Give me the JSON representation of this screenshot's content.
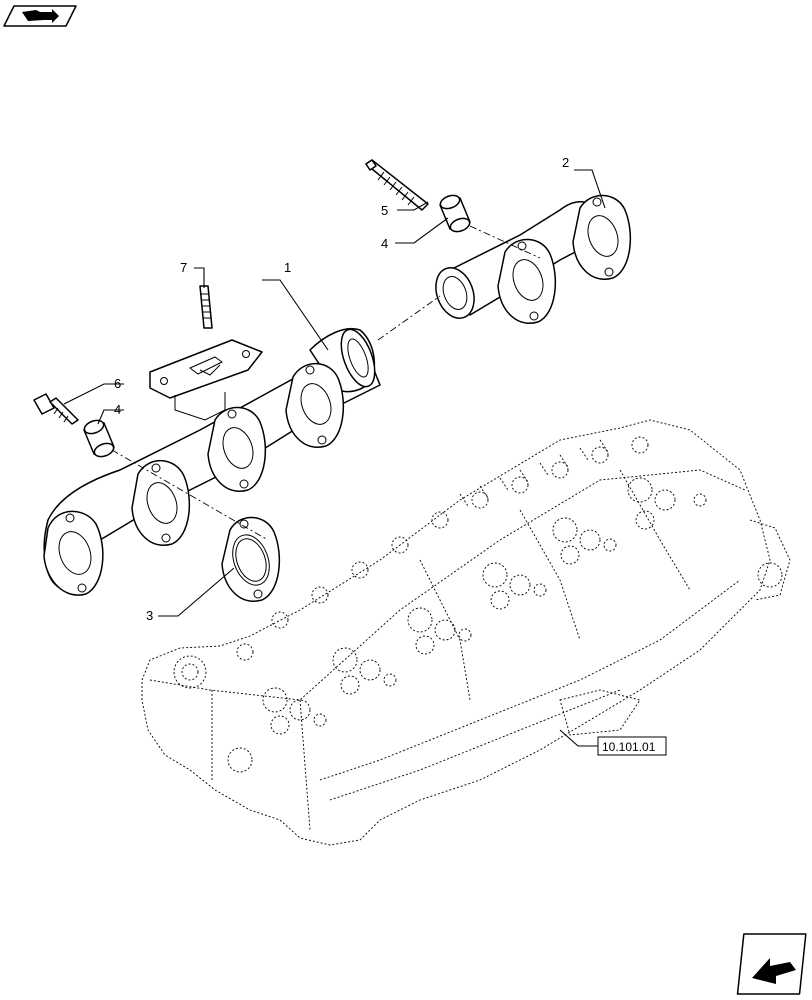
{
  "callouts": {
    "c1": "1",
    "c2": "2",
    "c3": "3",
    "c4a": "4",
    "c4b": "4",
    "c5": "5",
    "c6": "6",
    "c7": "7"
  },
  "reference": "10.101.01",
  "icons": {
    "top_left": "book-arrow-icon",
    "bottom_right": "next-page-arrow-icon"
  }
}
